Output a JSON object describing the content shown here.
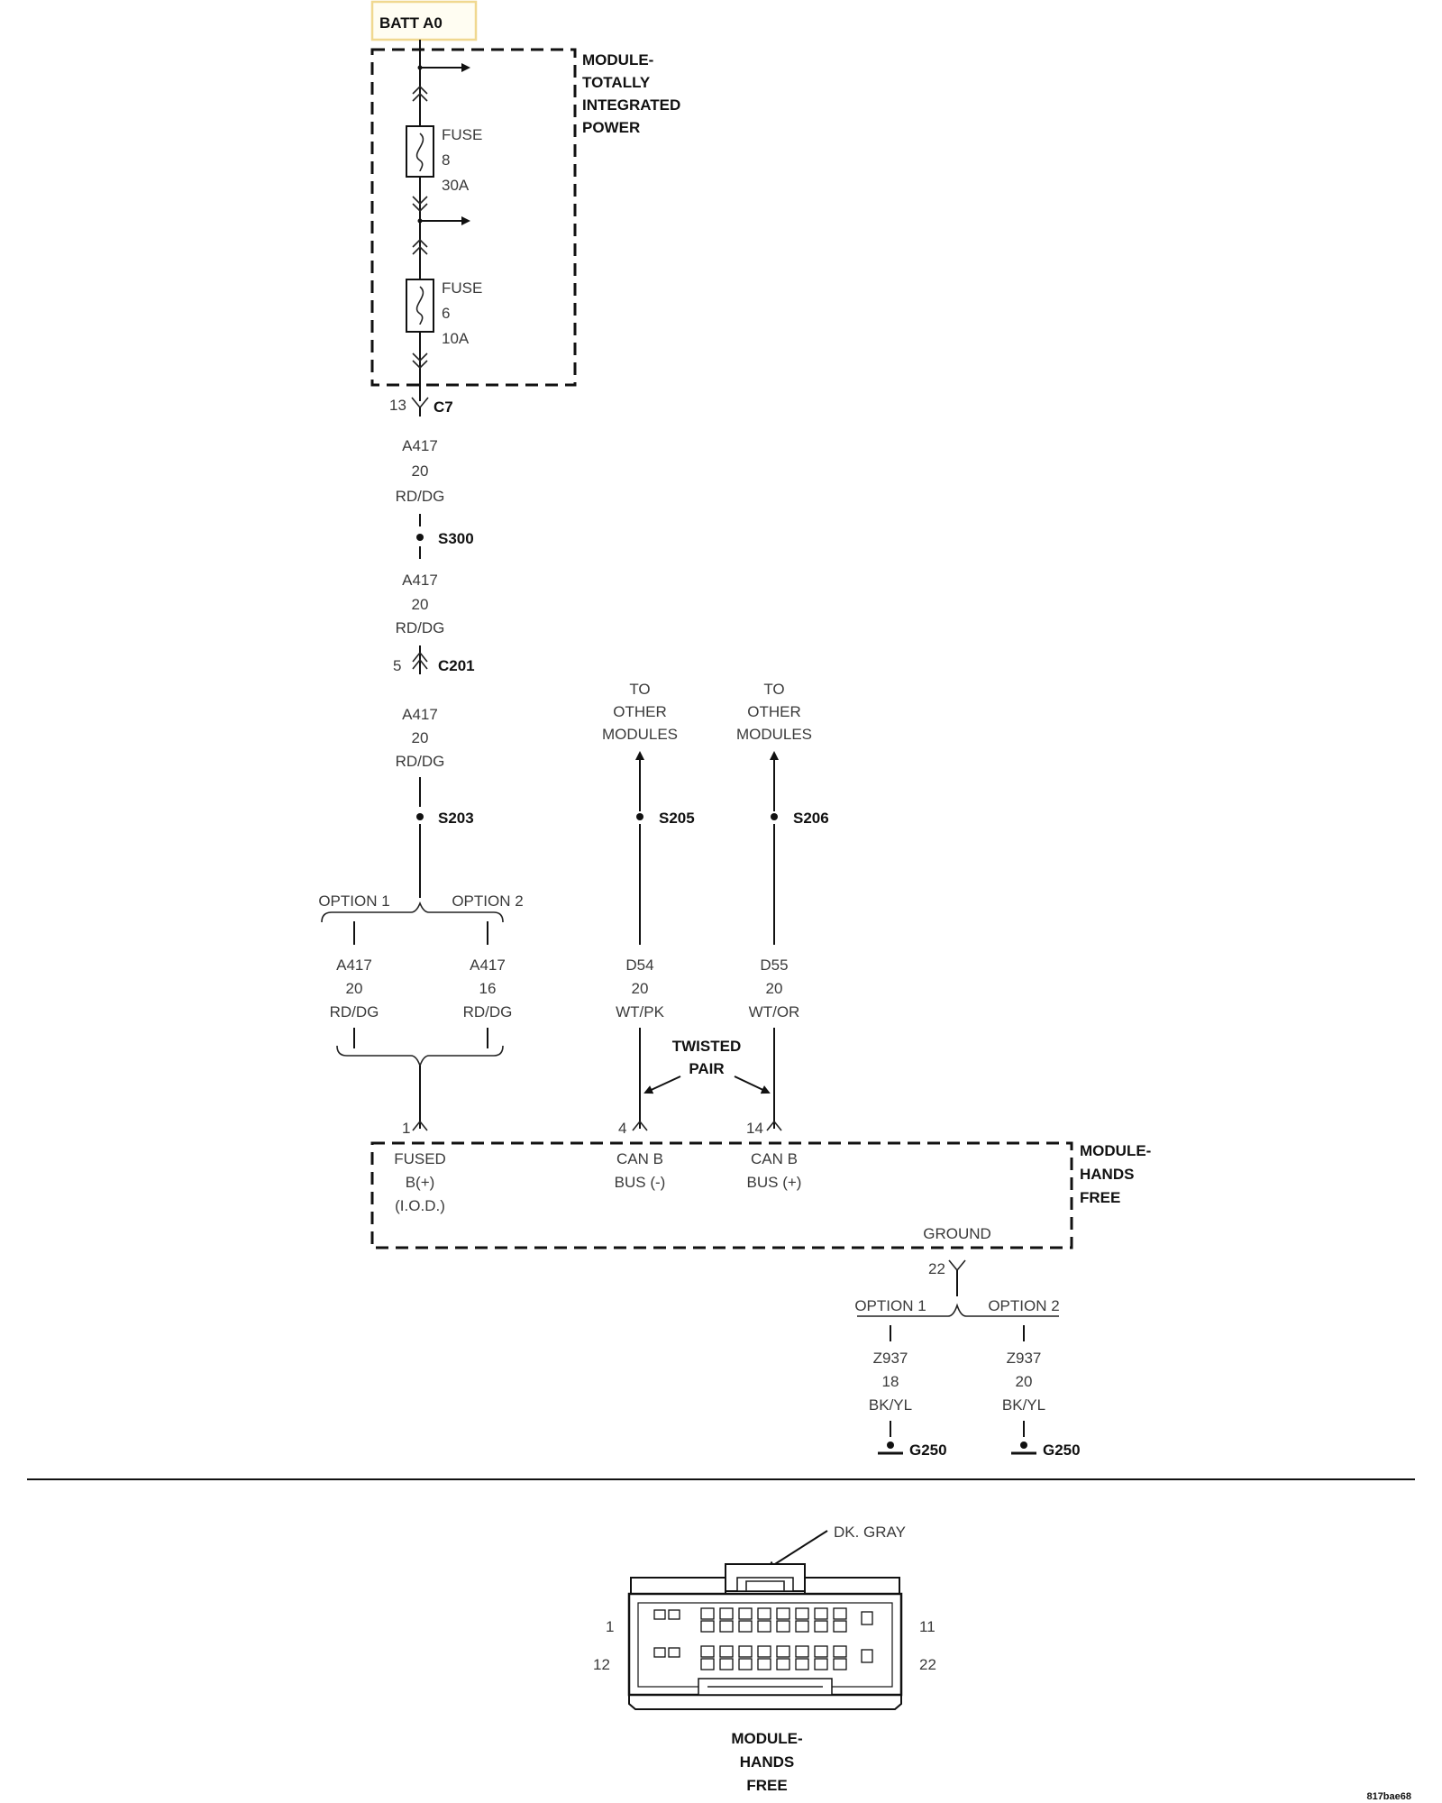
{
  "batt_label": "BATT A0",
  "tipm": {
    "name": [
      "MODULE-",
      "TOTALLY",
      "INTEGRATED",
      "POWER"
    ]
  },
  "fuse8": {
    "line1": "FUSE",
    "line2": "8",
    "line3": "30A"
  },
  "fuse6": {
    "line1": "FUSE",
    "line2": "6",
    "line3": "10A"
  },
  "c7": {
    "pin": "13",
    "name": "C7"
  },
  "wire_a417_1": {
    "circuit": "A417",
    "gauge": "20",
    "color": "RD/DG"
  },
  "s300": "S300",
  "wire_a417_2": {
    "circuit": "A417",
    "gauge": "20",
    "color": "RD/DG"
  },
  "c201": {
    "pin": "5",
    "name": "C201"
  },
  "wire_a417_3": {
    "circuit": "A417",
    "gauge": "20",
    "color": "RD/DG"
  },
  "s203": "S203",
  "s205": "S205",
  "s206": "S206",
  "to_other_left": [
    "TO",
    "OTHER",
    "MODULES"
  ],
  "to_other_right": [
    "TO",
    "OTHER",
    "MODULES"
  ],
  "options_top": {
    "opt1": "OPTION 1",
    "opt2": "OPTION 2"
  },
  "wire_opt1": {
    "circuit": "A417",
    "gauge": "20",
    "color": "RD/DG"
  },
  "wire_opt2": {
    "circuit": "A417",
    "gauge": "16",
    "color": "RD/DG"
  },
  "wire_d54": {
    "circuit": "D54",
    "gauge": "20",
    "color": "WT/PK"
  },
  "wire_d55": {
    "circuit": "D55",
    "gauge": "20",
    "color": "WT/OR"
  },
  "twisted_pair": [
    "TWISTED",
    "PAIR"
  ],
  "hfm_pins": {
    "p1": "1",
    "p4": "4",
    "p14": "14",
    "p22": "22"
  },
  "hfm": {
    "name": [
      "MODULE-",
      "HANDS",
      "FREE"
    ],
    "fused": [
      "FUSED",
      "B(+)",
      "(I.O.D.)"
    ],
    "canb_minus": [
      "CAN B",
      "BUS (-)"
    ],
    "canb_plus": [
      "CAN B",
      "BUS (+)"
    ],
    "ground": "GROUND"
  },
  "options_bottom": {
    "opt1": "OPTION 1",
    "opt2": "OPTION 2"
  },
  "wire_z937_1": {
    "circuit": "Z937",
    "gauge": "18",
    "color": "BK/YL"
  },
  "wire_z937_2": {
    "circuit": "Z937",
    "gauge": "20",
    "color": "BK/YL"
  },
  "g250_left": "G250",
  "g250_right": "G250",
  "connector": {
    "color_label": "DK. GRAY",
    "pin_1": "1",
    "pin_11": "11",
    "pin_12": "12",
    "pin_22": "22",
    "name": [
      "MODULE-",
      "HANDS",
      "FREE"
    ]
  },
  "image_code": "817bae68"
}
